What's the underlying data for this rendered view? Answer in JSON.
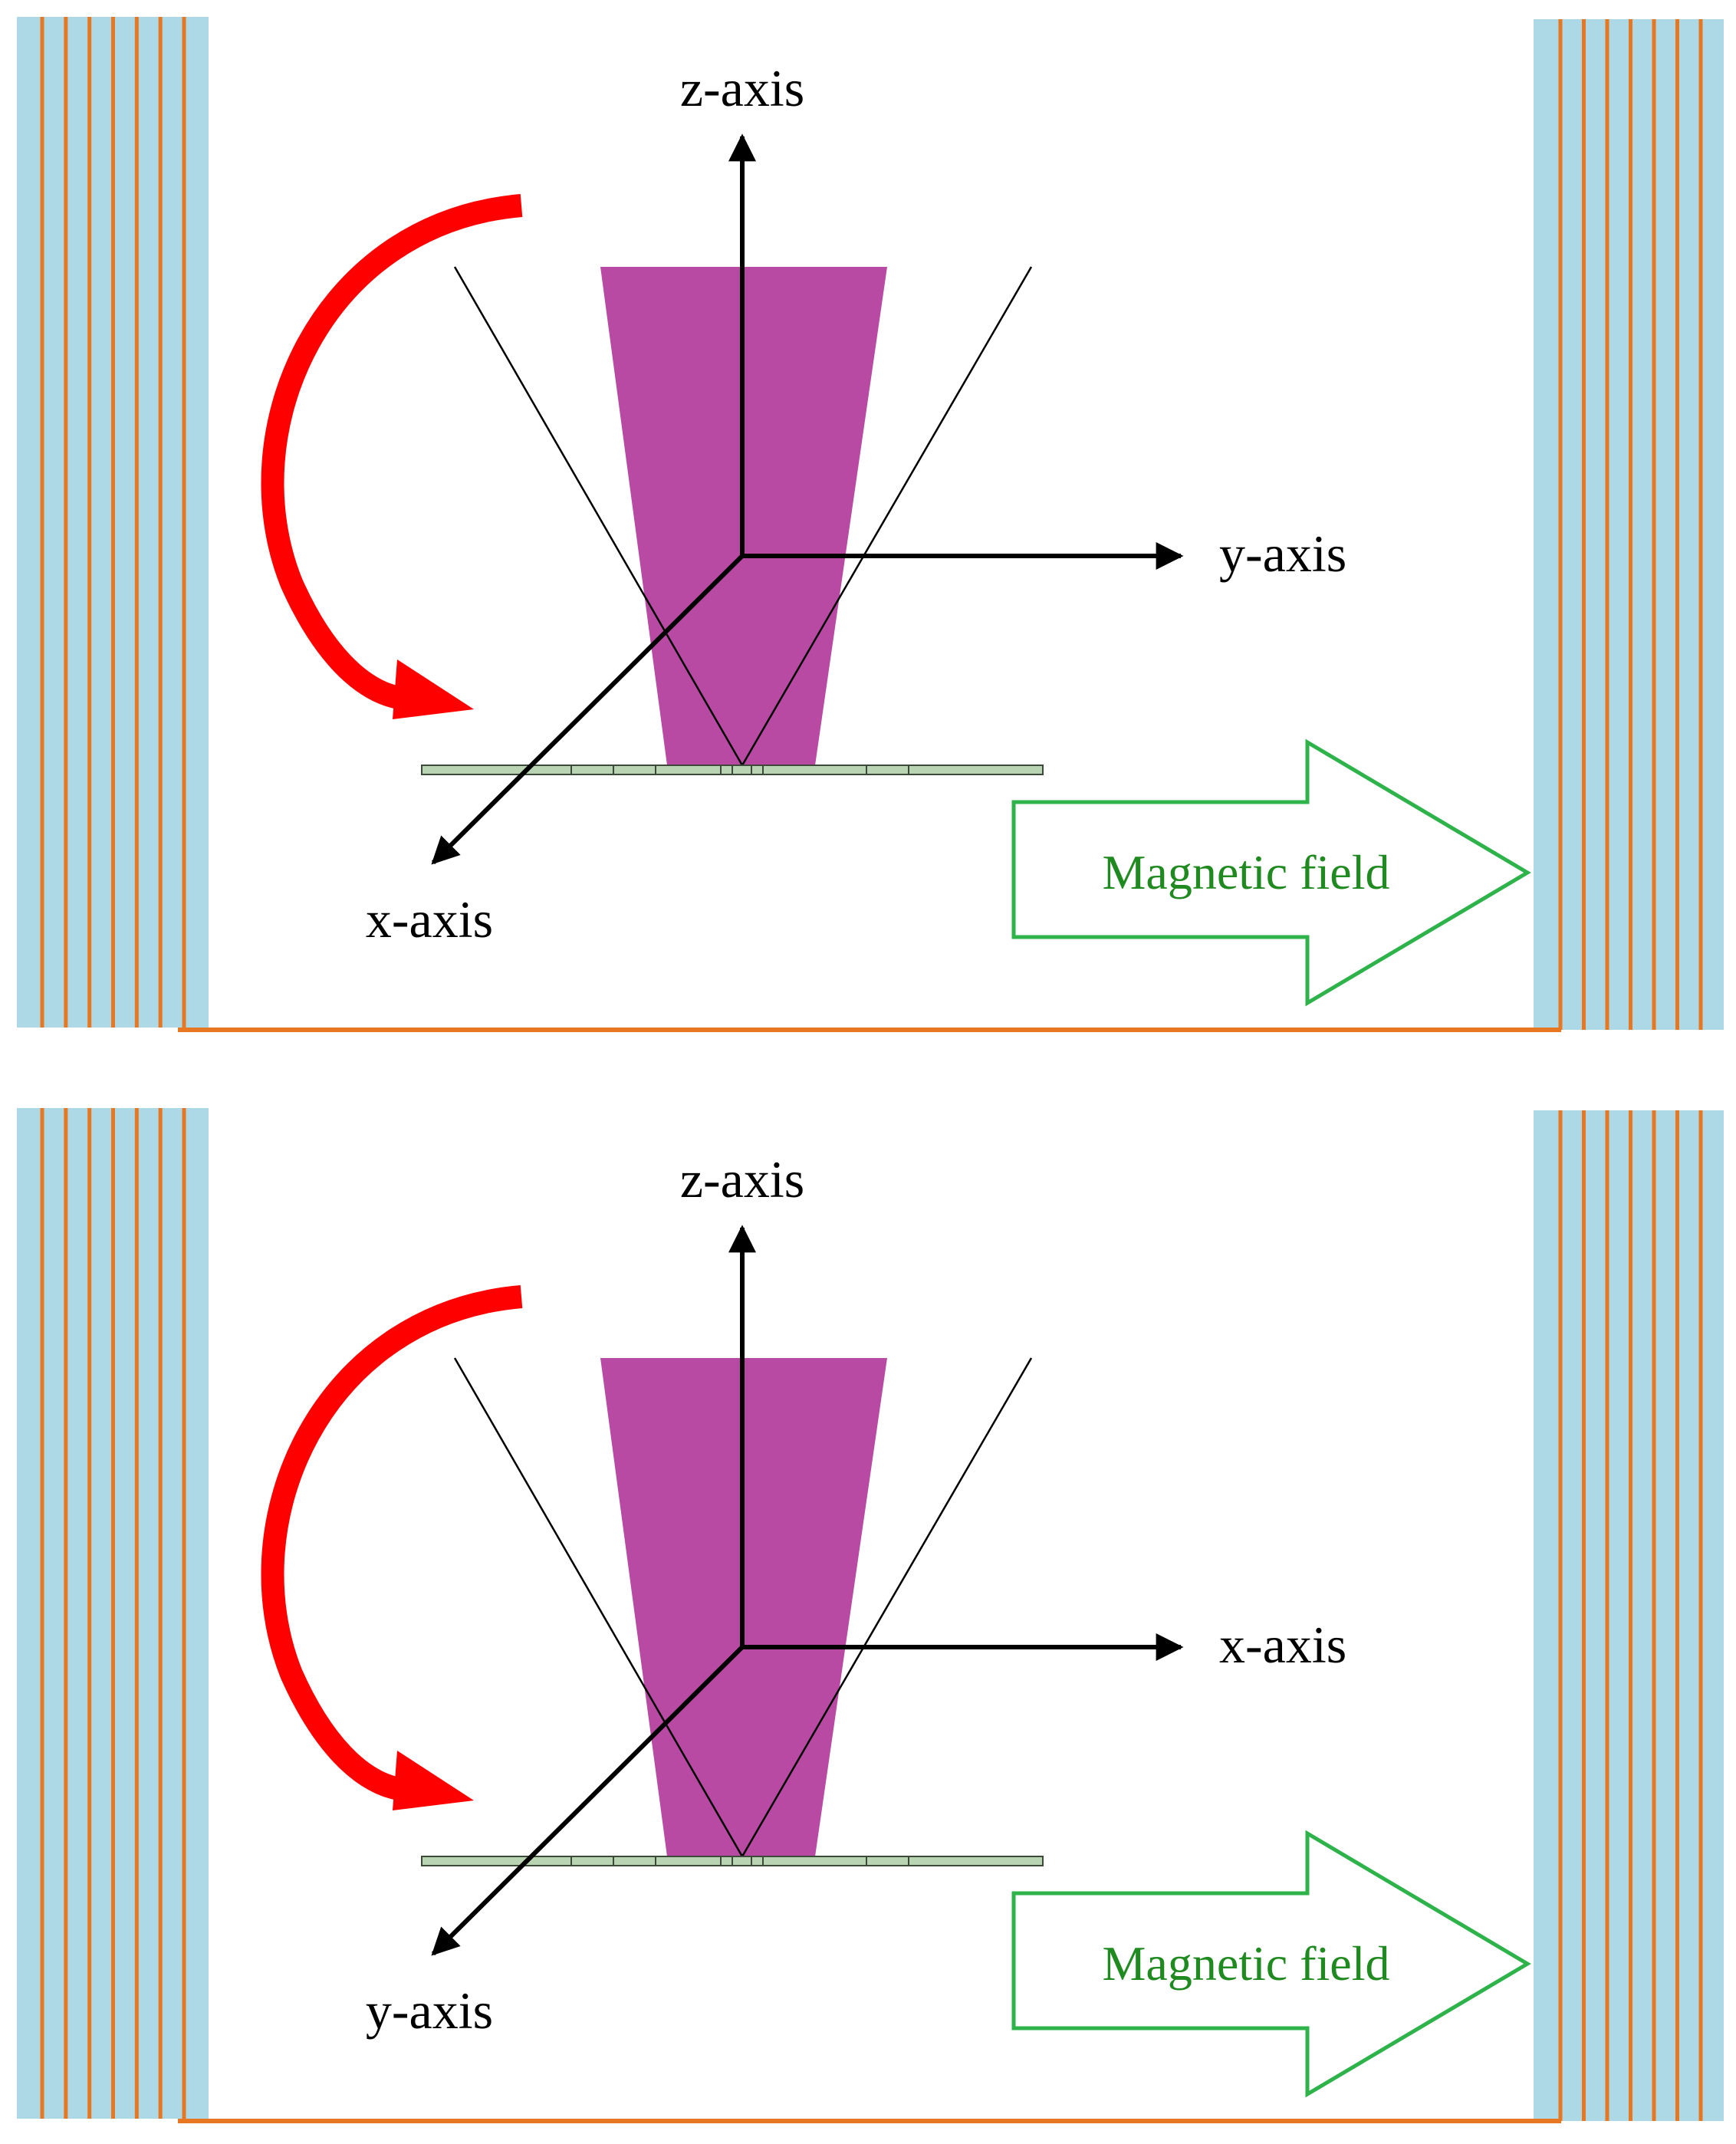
{
  "colors": {
    "coil_fill": "#add8e6",
    "coil_wire": "#e87722",
    "cone_fill": "#b84aa3",
    "rotation_arrow": "#ff0000",
    "field_arrow": "#2db34a",
    "field_text": "#1f8a1f",
    "plate_fill": "#b9d4b3",
    "axis": "#000000"
  },
  "icons": {
    "rotation": "curved-rotation-arrow-icon",
    "field": "block-arrow-right-icon"
  },
  "panels": [
    {
      "z_label": "z-axis",
      "horizontal_label": "y-axis",
      "diagonal_label": "x-axis",
      "field_label": "Magnetic field"
    },
    {
      "z_label": "z-axis",
      "horizontal_label": "x-axis",
      "diagonal_label": "y-axis",
      "field_label": "Magnetic field"
    }
  ]
}
